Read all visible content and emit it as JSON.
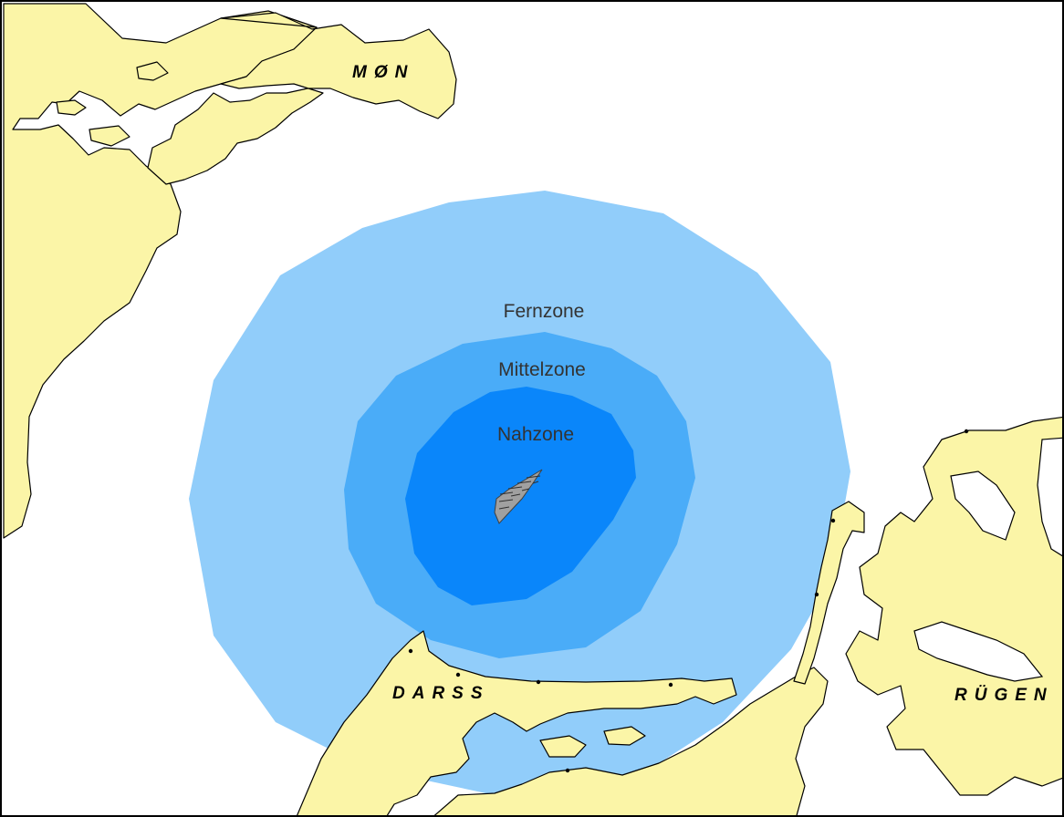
{
  "colors": {
    "sea": "#ffffff",
    "land": "#fbf5a7",
    "coastline": "#000000",
    "zone_far": "#91cdfa",
    "zone_mid": "#4aacf8",
    "zone_near": "#0a86fa",
    "wind_farm": "#9a9a9a",
    "label_text": "#333333"
  },
  "zones": [
    {
      "id": "fern",
      "label": "Fernzone"
    },
    {
      "id": "mittel",
      "label": "Mittelzone"
    },
    {
      "id": "nah",
      "label": "Nahzone"
    }
  ],
  "places": [
    {
      "id": "moen",
      "label": "MØN"
    },
    {
      "id": "darss",
      "label": "DARSS"
    },
    {
      "id": "ruegen",
      "label": "RÜGEN"
    }
  ],
  "features": {
    "wind_farm": "wind-turbine-array",
    "settlements": "town-dot"
  }
}
